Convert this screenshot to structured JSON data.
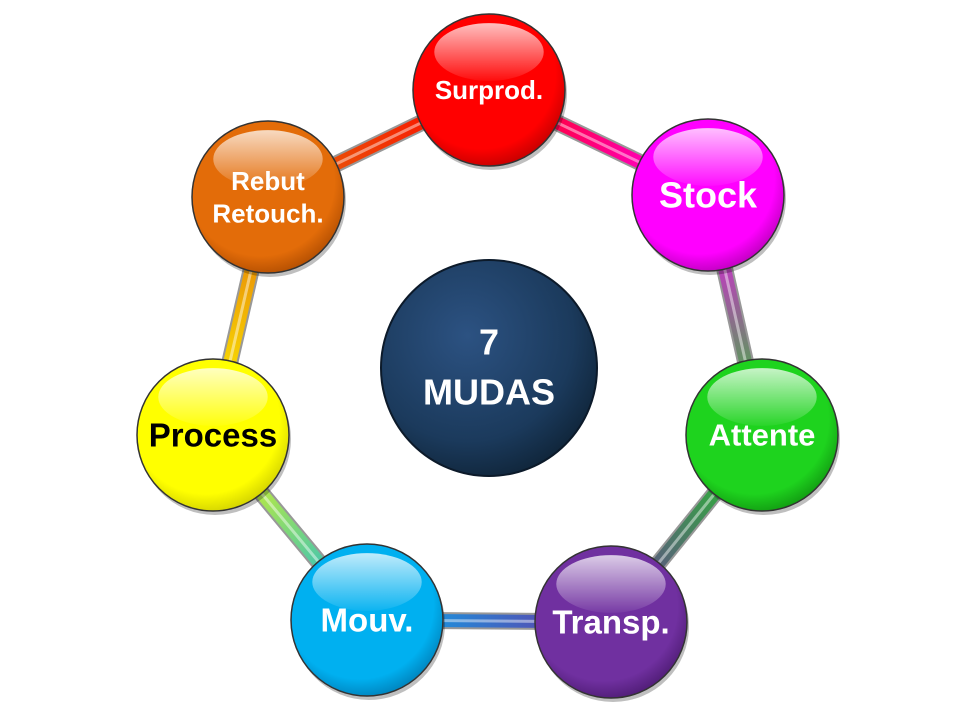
{
  "center": {
    "line1": "7",
    "line2": "MUDAS",
    "color": "#1b3a5c"
  },
  "nodes": [
    {
      "id": "surprod",
      "lines": [
        "Surprod."
      ],
      "color": "#ff0000",
      "dark": "#b80000",
      "text_dark": false
    },
    {
      "id": "stock",
      "lines": [
        "Stock"
      ],
      "color": "#ff00ff",
      "dark": "#b000b0",
      "text_dark": false
    },
    {
      "id": "attente",
      "lines": [
        "Attente"
      ],
      "color": "#1ed31e",
      "dark": "#0f8f0f",
      "text_dark": false
    },
    {
      "id": "transp",
      "lines": [
        "Transp."
      ],
      "color": "#7030a0",
      "dark": "#48186c",
      "text_dark": false
    },
    {
      "id": "mouv",
      "lines": [
        "Mouv."
      ],
      "color": "#00b0f0",
      "dark": "#0078b0",
      "text_dark": false
    },
    {
      "id": "process",
      "lines": [
        "Process"
      ],
      "color": "#ffff00",
      "dark": "#c8c800",
      "text_dark": true
    },
    {
      "id": "rebut",
      "lines": [
        "Rebut",
        "Retouch."
      ],
      "color": "#e36c09",
      "dark": "#a84800",
      "text_dark": false
    }
  ]
}
